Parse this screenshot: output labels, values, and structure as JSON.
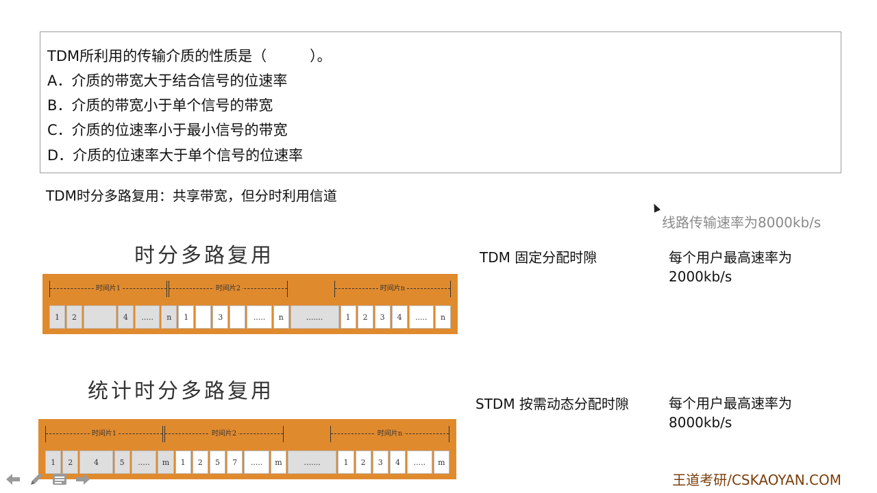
{
  "question": {
    "stem": "TDM所利用的传输介质的性质是（　　　）。",
    "options": [
      "A．介质的带宽大于结合信号的位速率",
      "B．介质的带宽小于单个信号的带宽",
      "C．介质的位速率小于最小信号的带宽",
      "D．介质的位速率大于单个信号的位速率"
    ]
  },
  "summary": "TDM时分多路复用：共享带宽，但分时利用信道",
  "line_rate": "线路传输速率为8000kb/s",
  "tdm": {
    "title": "时分多路复用",
    "label": "TDM 固定分配时隙",
    "rate_line1": "每个用户最高速率为",
    "rate_line2": "2000kb/s",
    "segments": [
      "时间片1",
      "时间片2",
      "时间片n"
    ],
    "slots": [
      "1",
      "2",
      "",
      "4",
      ".....",
      "n",
      "1",
      "",
      "3",
      "",
      ".....",
      "n",
      ".......",
      "1",
      "2",
      "3",
      "4",
      ".....",
      "n"
    ]
  },
  "stdm": {
    "title": "统计时分多路复用",
    "label": "STDM 按需动态分配时隙",
    "rate_line1": "每个用户最高速率为",
    "rate_line2": "8000kb/s",
    "segments": [
      "时间片1",
      "时间片2",
      "时间片n"
    ],
    "slots": [
      "1",
      "2",
      "4",
      "5",
      ".....",
      "m",
      "1",
      "2",
      "5",
      "7",
      ".....",
      "m",
      ".......",
      "1",
      "2",
      "3",
      "4",
      ".....",
      "m"
    ]
  },
  "footer": {
    "brand": "王道考研/CSKAOYAN.COM"
  },
  "nav": {
    "icons": [
      "arrow-left-icon",
      "pen-icon",
      "menu-icon",
      "arrow-right-icon"
    ]
  }
}
